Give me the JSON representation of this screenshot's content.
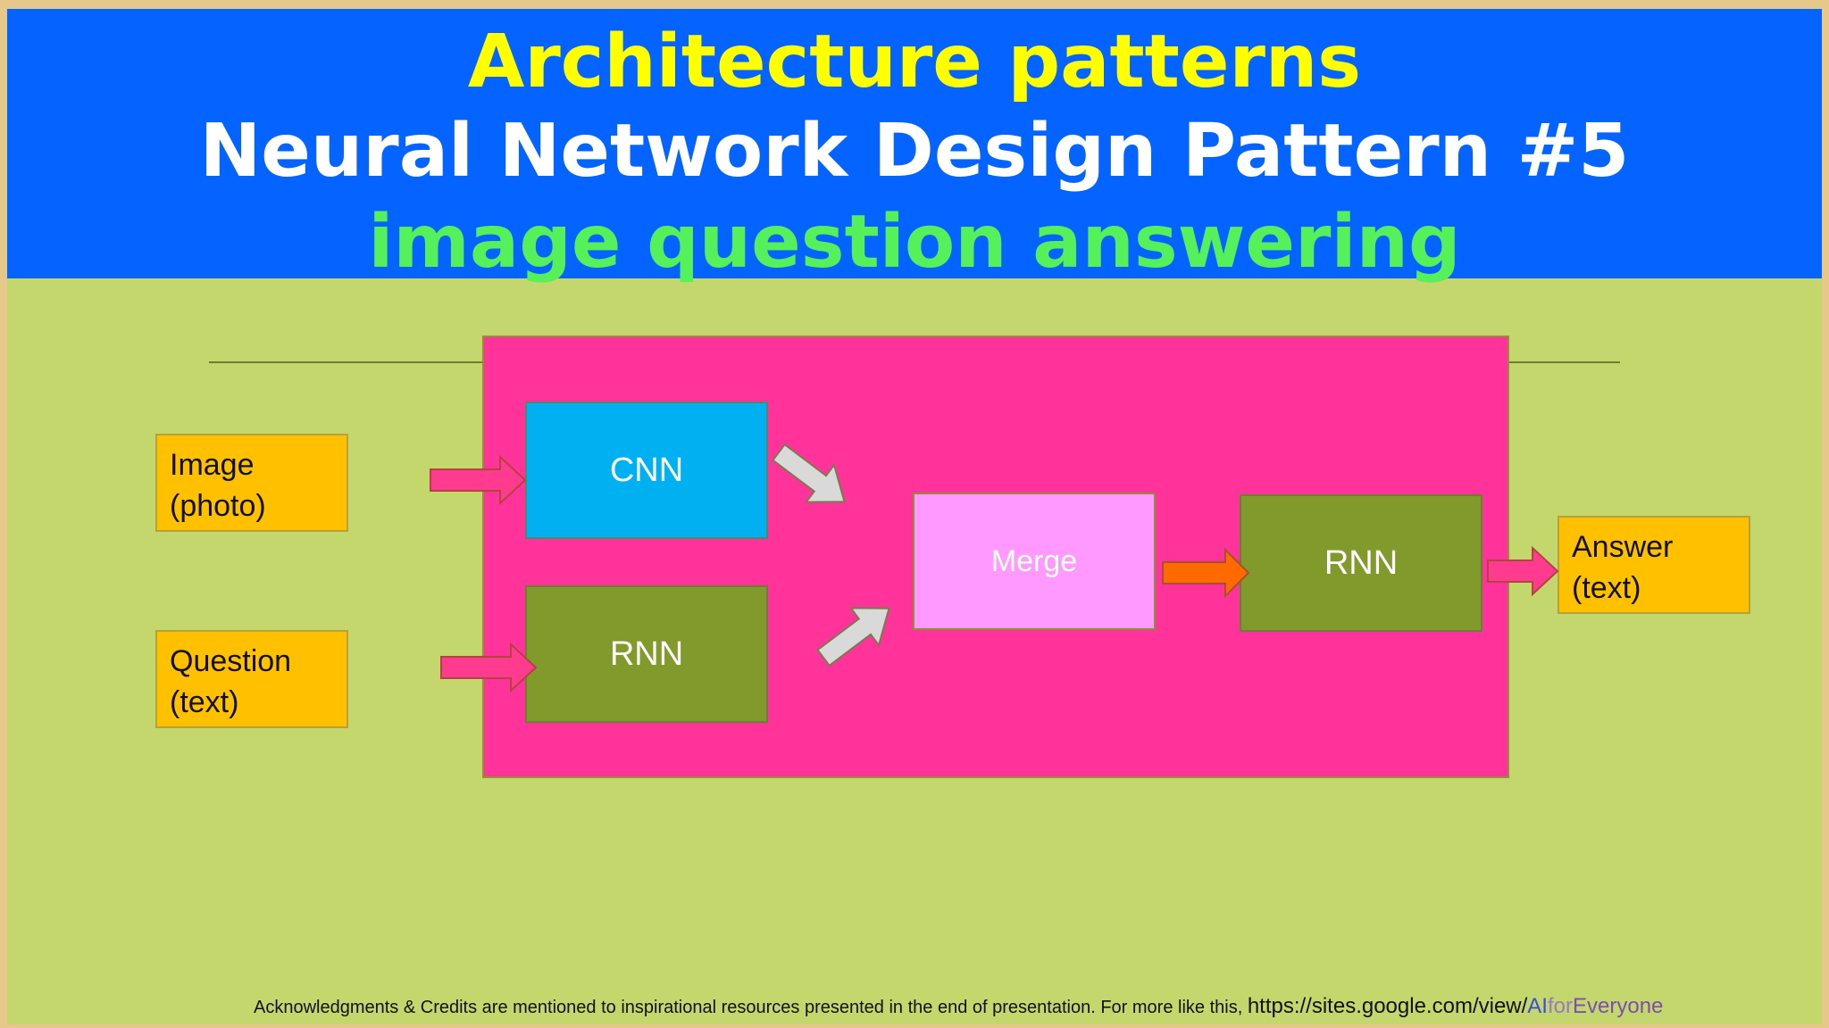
{
  "header": {
    "line1": "Architecture patterns",
    "line2": "Neural Network Design Pattern #5",
    "line3": "image question answering"
  },
  "inputs": {
    "image_label": "Image\n(photo)",
    "question_label": "Question\n(text)"
  },
  "blocks": {
    "cnn": "CNN",
    "rnn_encoder": "RNN",
    "merge": "Merge",
    "rnn_decoder": "RNN"
  },
  "output": {
    "answer_label": "Answer\n(text)"
  },
  "footer": {
    "credits": "Acknowledgments & Credits are mentioned to inspirational resources presented in the end of presentation.  For more like this,",
    "url_prefix": "https://sites.google.com/view/",
    "url_ai": "AI",
    "url_for": "for",
    "url_everyone": "Everyone"
  },
  "colors": {
    "header_bg": "#0563ff",
    "slide_bg": "#c3d76d",
    "stage_bg": "#ff3399",
    "cnn": "#00b0f0",
    "rnn": "#829a2c",
    "merge": "#ff99ff",
    "label_bg": "#ffc000",
    "title_yellow": "#ffff00",
    "title_green": "#55f05a"
  }
}
